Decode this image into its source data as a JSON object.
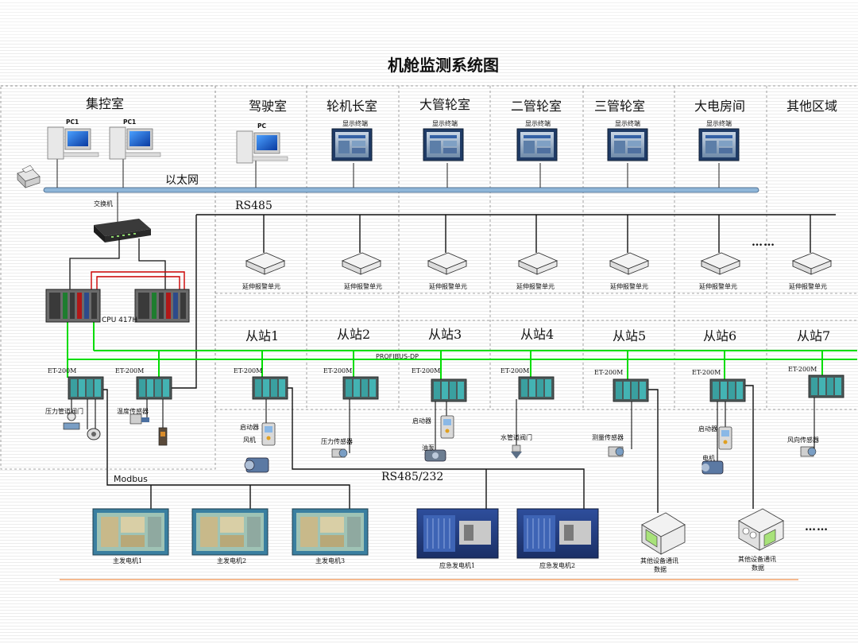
{
  "title": "机舱监测系统图",
  "zones": {
    "control_room": "集控室",
    "bridge": "驾驶室",
    "chief_engineer": "轮机长室",
    "chief_mate_engineer": "大管轮室",
    "second_engineer": "二管轮室",
    "third_engineer": "三管轮室",
    "electrical_room": "大电房间",
    "other_areas": "其他区域"
  },
  "devices": {
    "pc1_a": "PC1",
    "pc1_b": "PC1",
    "pc_bridge": "PC",
    "display_terminal": "显示终端",
    "switch": "交换机",
    "cpu": "CPU 417H",
    "extension_alarm_unit": "延伸报警单元",
    "et200m": "ET-200M"
  },
  "buses": {
    "ethernet": "以太网",
    "rs485": "RS485",
    "profibus": "PROFIBUS-DP",
    "modbus": "Modbus",
    "rs485_232": "RS485/232"
  },
  "slaves": [
    "从站1",
    "从站2",
    "从站3",
    "从站4",
    "从站5",
    "从站6",
    "从站7"
  ],
  "sensors": {
    "pipe_valve_pressure": "压力管道阀门",
    "temperature_sensor": "温度传感器",
    "starter_1": "启动器",
    "fan": "风机",
    "pressure_sensor": "压力传感器",
    "starter_3": "启动器",
    "pump": "油泵",
    "water_valve": "水管道阀门",
    "flow_sensor": "测量传感器",
    "starter_6": "启动器",
    "motor": "电机",
    "wind_sensor": "风向传感器"
  },
  "generators": {
    "main_1": "主发电机1",
    "main_2": "主发电机2",
    "main_3": "主发电机3",
    "emergency_1": "应急发电机1",
    "emergency_2": "应急发电机2"
  },
  "other_comm_1": [
    "其他设备通讯",
    "数据"
  ],
  "other_comm_2": [
    "其他设备通讯",
    "数据"
  ],
  "ellipsis": "……",
  "colors": {
    "profibus_green": "#00dd00",
    "ethernet_bar": "#8fb6d8",
    "redundancy_red": "#cc0000",
    "accent_orange": "#f2a36b"
  }
}
